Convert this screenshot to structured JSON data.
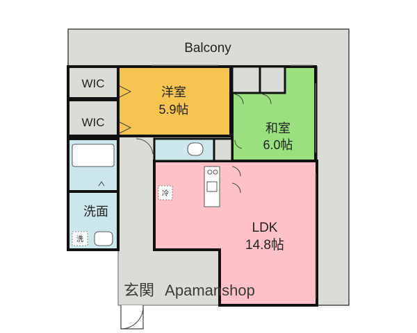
{
  "plan": {
    "balcony": "Balcony",
    "wic_top": "WIC",
    "wic_bottom": "WIC",
    "western_room": {
      "name": "洋室",
      "size": "5.9帖"
    },
    "japanese_room": {
      "name": "和室",
      "size": "6.0帖"
    },
    "ldk": {
      "name": "LDK",
      "size": "14.8帖"
    },
    "washroom": "洗面",
    "washer": "洗",
    "fridge": "冷",
    "entrance": "玄関",
    "watermark": "Apamanshop"
  },
  "colors": {
    "balcony": "#dcdcd7",
    "western_room": "#f5c451",
    "japanese_room": "#9be07e",
    "ldk": "#ffc0c8",
    "wet_area": "#cbe7eb",
    "storage": "#dcdcd7",
    "corridor": "#dcdcd7",
    "wall": "#111111"
  }
}
